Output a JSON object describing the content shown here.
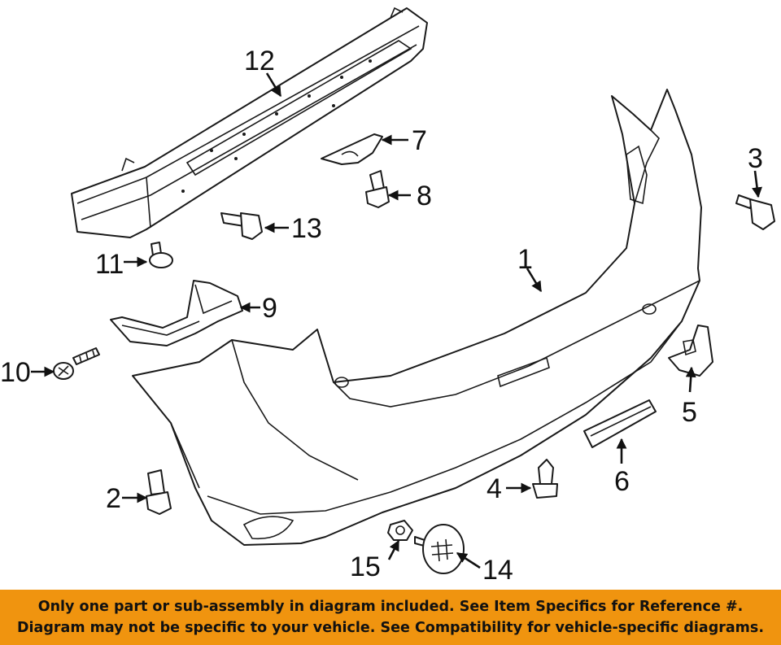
{
  "diagram": {
    "callouts": [
      "1",
      "2",
      "3",
      "4",
      "5",
      "6",
      "7",
      "8",
      "9",
      "10",
      "11",
      "12",
      "13",
      "14",
      "15"
    ]
  },
  "notice": {
    "background": "#f0940f",
    "line1": "Only one part or sub-assembly in diagram included. See Item Specifics for Reference #.",
    "line2": "Diagram may not be specific to your vehicle. See Compatibility for vehicle-specific diagrams."
  }
}
